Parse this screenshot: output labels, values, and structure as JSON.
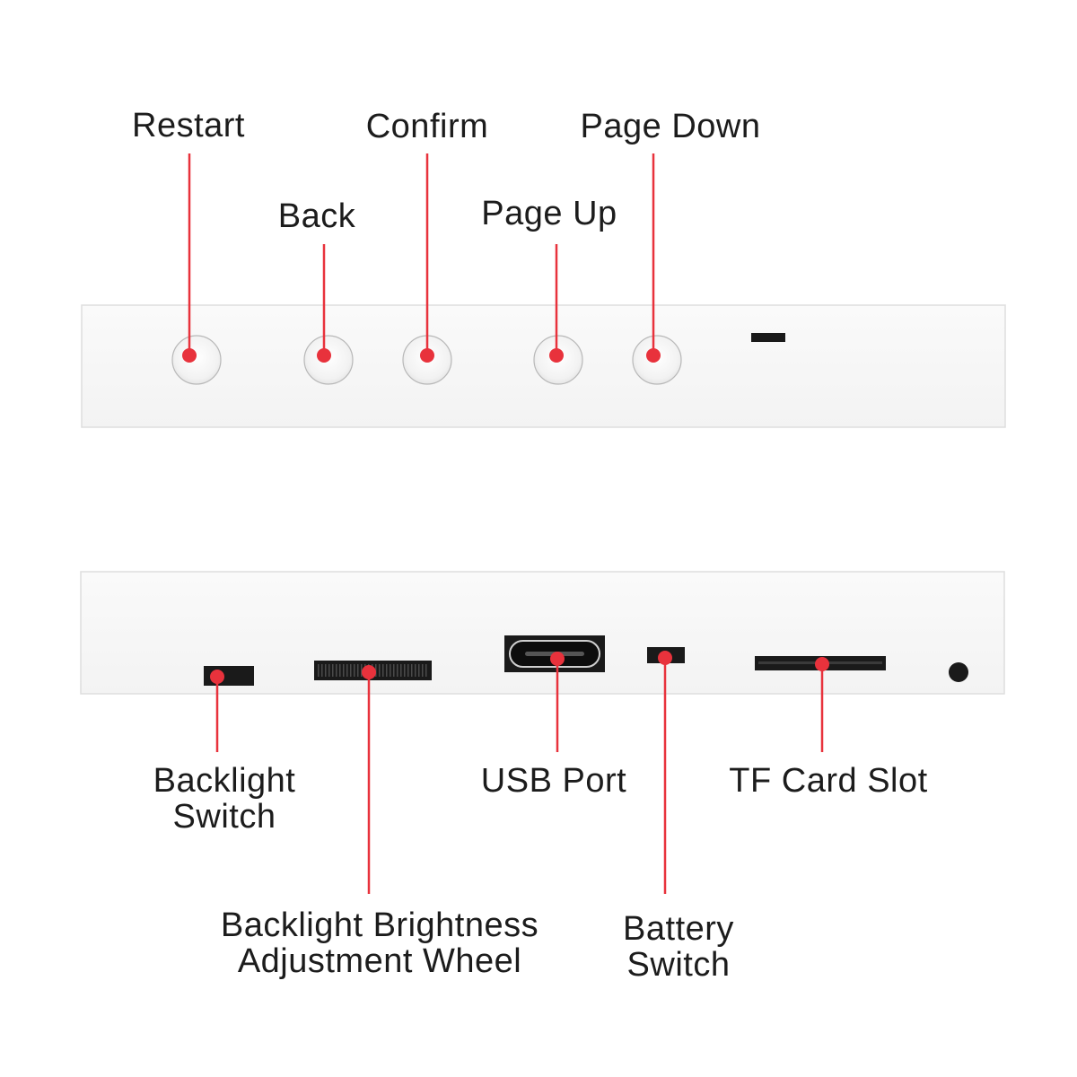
{
  "colors": {
    "accent": "#e8323c",
    "panel": "#f7f7f7",
    "panel_border": "#dddddd",
    "port": "#1a1a1a",
    "text": "#1c1c1c"
  },
  "top_panel": {
    "labels": {
      "restart": "Restart",
      "back": "Back",
      "confirm": "Confirm",
      "page_up": "Page Up",
      "page_down": "Page Down"
    }
  },
  "bottom_panel": {
    "labels": {
      "backlight_switch": [
        "Backlight",
        "Switch"
      ],
      "brightness_wheel": [
        "Backlight Brightness",
        "Adjustment Wheel"
      ],
      "usb_port": "USB Port",
      "battery_switch": [
        "Battery",
        "Switch"
      ],
      "tf_card_slot": "TF Card Slot"
    }
  }
}
